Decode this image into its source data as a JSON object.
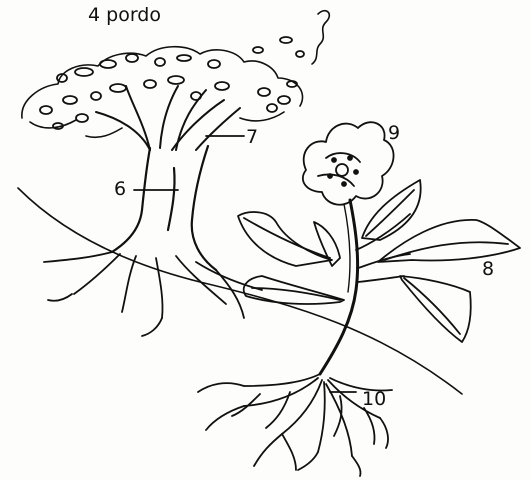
{
  "title": "4  pordo",
  "labels": {
    "trunk": "6",
    "branch": "7",
    "flower": "9",
    "leaf": "8",
    "roots": "10"
  },
  "colors": {
    "ink": "#111111",
    "paper": "#fdfdfb"
  }
}
